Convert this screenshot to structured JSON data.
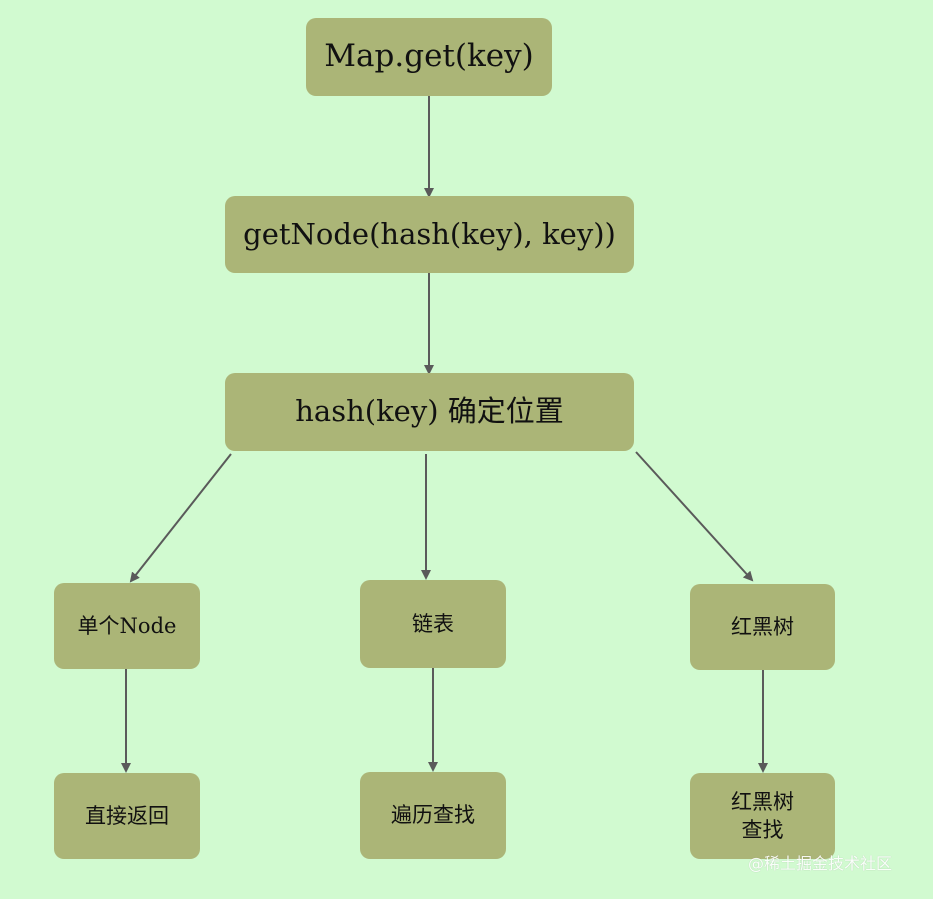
{
  "diagram": {
    "nodes": {
      "map_get": "Map.get(key)",
      "get_node": "getNode(hash(key), key))",
      "hash_position": "hash(key) 确定位置",
      "single_node": "单个Node",
      "linked_list": "链表",
      "red_black_tree": "红黑树",
      "direct_return": "直接返回",
      "traverse_find": "遍历查找",
      "tree_find": "红黑树\n查找"
    },
    "edges": [
      [
        "map_get",
        "get_node"
      ],
      [
        "get_node",
        "hash_position"
      ],
      [
        "hash_position",
        "single_node"
      ],
      [
        "hash_position",
        "linked_list"
      ],
      [
        "hash_position",
        "red_black_tree"
      ],
      [
        "single_node",
        "direct_return"
      ],
      [
        "linked_list",
        "traverse_find"
      ],
      [
        "red_black_tree",
        "tree_find"
      ]
    ]
  },
  "watermark": "@稀土掘金技术社区",
  "colors": {
    "background": "#d1fad0",
    "node_fill": "#abb577",
    "arrow": "#5a5a5a"
  }
}
